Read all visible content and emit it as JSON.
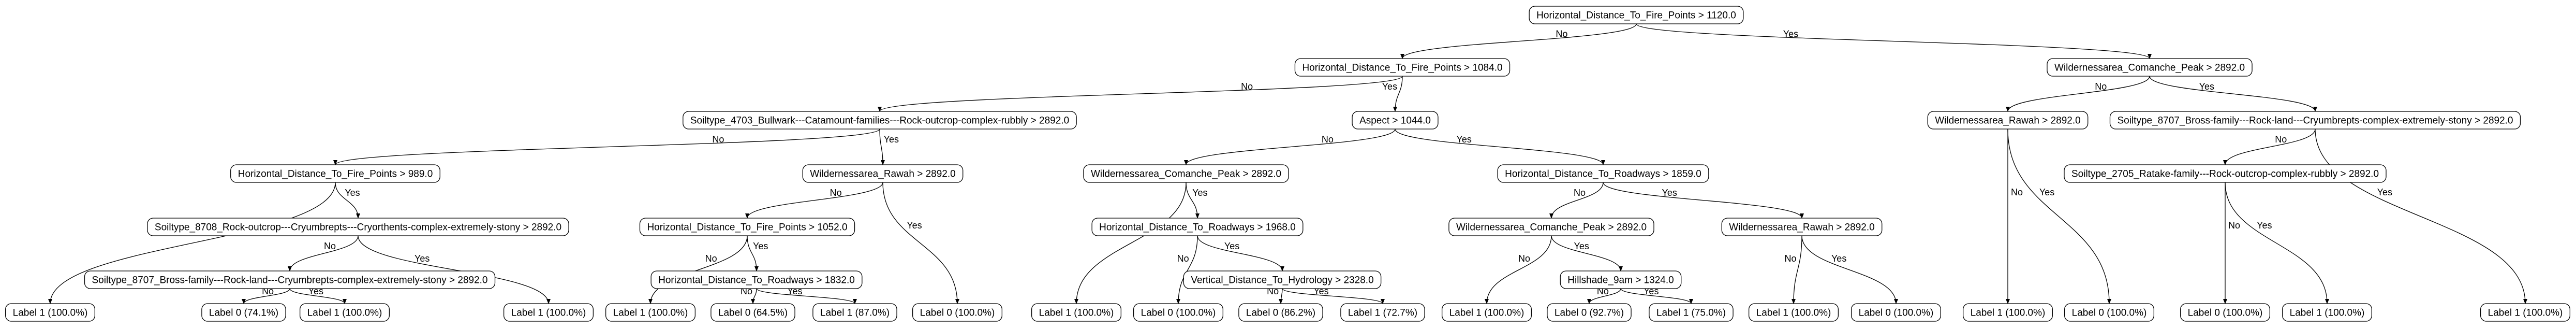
{
  "diagram": {
    "type": "decision-tree",
    "nodes": [
      {
        "id": "n0",
        "label": "Horizontal_Distance_To_Fire_Points > 1120.0"
      },
      {
        "id": "n1",
        "label": "Horizontal_Distance_To_Fire_Points > 1084.0"
      },
      {
        "id": "n2",
        "label": "Wildernessarea_Comanche_Peak > 2892.0"
      },
      {
        "id": "n3",
        "label": "Soiltype_4703_Bullwark---Catamount-families---Rock-outcrop-complex-rubbly > 2892.0"
      },
      {
        "id": "n4",
        "label": "Aspect > 1044.0"
      },
      {
        "id": "n5",
        "label": "Wildernessarea_Rawah > 2892.0"
      },
      {
        "id": "n6",
        "label": "Soiltype_8707_Bross-family---Rock-land---Cryumbrepts-complex-extremely-stony > 2892.0"
      },
      {
        "id": "n7",
        "label": "Horizontal_Distance_To_Fire_Points > 989.0"
      },
      {
        "id": "n8",
        "label": "Wildernessarea_Rawah > 2892.0"
      },
      {
        "id": "n9",
        "label": "Wildernessarea_Comanche_Peak > 2892.0"
      },
      {
        "id": "n10",
        "label": "Horizontal_Distance_To_Roadways > 1859.0"
      },
      {
        "id": "n11",
        "label": "Soiltype_2705_Ratake-family---Rock-outcrop-complex-rubbly > 2892.0"
      },
      {
        "id": "n12",
        "label": "Soiltype_8708_Rock-outcrop---Cryumbrepts---Cryorthents-complex-extremely-stony > 2892.0"
      },
      {
        "id": "n13",
        "label": "Horizontal_Distance_To_Fire_Points > 1052.0"
      },
      {
        "id": "n14",
        "label": "Horizontal_Distance_To_Roadways > 1968.0"
      },
      {
        "id": "n15",
        "label": "Wildernessarea_Comanche_Peak > 2892.0"
      },
      {
        "id": "n16",
        "label": "Wildernessarea_Rawah > 2892.0"
      },
      {
        "id": "n17",
        "label": "Soiltype_8707_Bross-family---Rock-land---Cryumbrepts-complex-extremely-stony > 2892.0"
      },
      {
        "id": "n18",
        "label": "Horizontal_Distance_To_Roadways > 1832.0"
      },
      {
        "id": "n19",
        "label": "Vertical_Distance_To_Hydrology > 2328.0"
      },
      {
        "id": "n20",
        "label": "Hillshade_9am > 1324.0"
      },
      {
        "id": "l0",
        "label": "Label 1 (100.0%)"
      },
      {
        "id": "l1",
        "label": "Label 0 (74.1%)"
      },
      {
        "id": "l2",
        "label": "Label 1 (100.0%)"
      },
      {
        "id": "l3",
        "label": "Label 1 (100.0%)"
      },
      {
        "id": "l4",
        "label": "Label 1 (100.0%)"
      },
      {
        "id": "l5",
        "label": "Label 0 (64.5%)"
      },
      {
        "id": "l6",
        "label": "Label 1 (87.0%)"
      },
      {
        "id": "l7",
        "label": "Label 0 (100.0%)"
      },
      {
        "id": "l8",
        "label": "Label 1 (100.0%)"
      },
      {
        "id": "l9",
        "label": "Label 0 (100.0%)"
      },
      {
        "id": "l10",
        "label": "Label 0 (86.2%)"
      },
      {
        "id": "l11",
        "label": "Label 1 (72.7%)"
      },
      {
        "id": "l12",
        "label": "Label 1 (100.0%)"
      },
      {
        "id": "l13",
        "label": "Label 0 (92.7%)"
      },
      {
        "id": "l14",
        "label": "Label 1 (75.0%)"
      },
      {
        "id": "l15",
        "label": "Label 1 (100.0%)"
      },
      {
        "id": "l16",
        "label": "Label 0 (100.0%)"
      },
      {
        "id": "l17",
        "label": "Label 1 (100.0%)"
      },
      {
        "id": "l18",
        "label": "Label 0 (100.0%)"
      },
      {
        "id": "l19",
        "label": "Label 0 (100.0%)"
      },
      {
        "id": "l20",
        "label": "Label 1 (100.0%)"
      },
      {
        "id": "l21",
        "label": "Label 1 (100.0%)"
      }
    ],
    "edges": [
      {
        "from": "n0",
        "to": "n1",
        "label": "No"
      },
      {
        "from": "n0",
        "to": "n2",
        "label": "Yes"
      },
      {
        "from": "n1",
        "to": "n3",
        "label": "No"
      },
      {
        "from": "n1",
        "to": "n4",
        "label": "Yes"
      },
      {
        "from": "n2",
        "to": "n5",
        "label": "No"
      },
      {
        "from": "n2",
        "to": "n6",
        "label": "Yes"
      },
      {
        "from": "n3",
        "to": "n7",
        "label": "No"
      },
      {
        "from": "n3",
        "to": "n8",
        "label": "Yes"
      },
      {
        "from": "n7",
        "to": "l0",
        "label": "No"
      },
      {
        "from": "n7",
        "to": "n12",
        "label": "Yes"
      },
      {
        "from": "n12",
        "to": "n17",
        "label": "No"
      },
      {
        "from": "n12",
        "to": "l3",
        "label": "Yes"
      },
      {
        "from": "n17",
        "to": "l1",
        "label": "No"
      },
      {
        "from": "n17",
        "to": "l2",
        "label": "Yes"
      },
      {
        "from": "n8",
        "to": "n13",
        "label": "No"
      },
      {
        "from": "n8",
        "to": "l7",
        "label": "Yes"
      },
      {
        "from": "n13",
        "to": "l4",
        "label": "No"
      },
      {
        "from": "n13",
        "to": "n18",
        "label": "Yes"
      },
      {
        "from": "n18",
        "to": "l5",
        "label": "No"
      },
      {
        "from": "n18",
        "to": "l6",
        "label": "Yes"
      },
      {
        "from": "n4",
        "to": "n9",
        "label": "No"
      },
      {
        "from": "n4",
        "to": "n10",
        "label": "Yes"
      },
      {
        "from": "n9",
        "to": "l8",
        "label": "No"
      },
      {
        "from": "n9",
        "to": "n14",
        "label": "Yes"
      },
      {
        "from": "n14",
        "to": "l9",
        "label": "No"
      },
      {
        "from": "n14",
        "to": "n19",
        "label": "Yes"
      },
      {
        "from": "n19",
        "to": "l10",
        "label": "No"
      },
      {
        "from": "n19",
        "to": "l11",
        "label": "Yes"
      },
      {
        "from": "n10",
        "to": "n15",
        "label": "No"
      },
      {
        "from": "n10",
        "to": "n16",
        "label": "Yes"
      },
      {
        "from": "n15",
        "to": "l12",
        "label": "No"
      },
      {
        "from": "n15",
        "to": "n20",
        "label": "Yes"
      },
      {
        "from": "n20",
        "to": "l13",
        "label": "No"
      },
      {
        "from": "n20",
        "to": "l14",
        "label": "Yes"
      },
      {
        "from": "n16",
        "to": "l15",
        "label": "No"
      },
      {
        "from": "n16",
        "to": "l16",
        "label": "Yes"
      },
      {
        "from": "n5",
        "to": "l17",
        "label": "No"
      },
      {
        "from": "n5",
        "to": "l18",
        "label": "Yes"
      },
      {
        "from": "n6",
        "to": "n11",
        "label": "No"
      },
      {
        "from": "n6",
        "to": "l21",
        "label": "Yes"
      },
      {
        "from": "n11",
        "to": "l19",
        "label": "No"
      },
      {
        "from": "n11",
        "to": "l20",
        "label": "Yes"
      }
    ]
  }
}
